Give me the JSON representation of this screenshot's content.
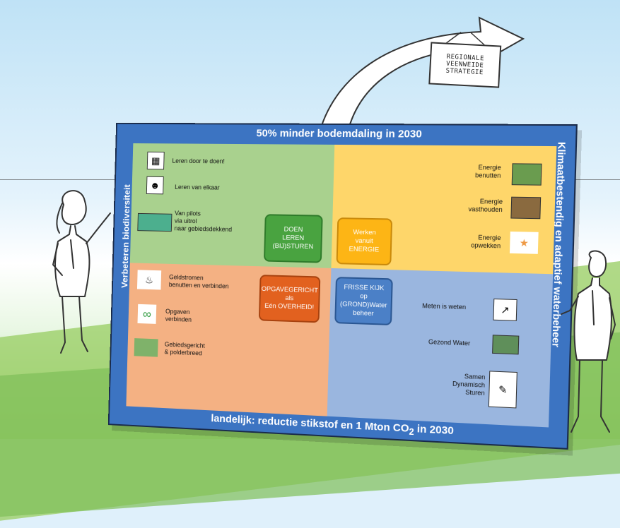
{
  "sign": {
    "lines": [
      "REGIONALE",
      "VEENWEIDE",
      "STRATEGIE"
    ]
  },
  "frame": {
    "top": "50% minder bodemdaling in 2030",
    "bottom_pre": "landelijk:  reductie stikstof en 1 Mton CO",
    "bottom_sub": "2",
    "bottom_post": " in 2030",
    "left": "Verbeteren biodiversiteit",
    "right": "Klimaatbestendig en adaptief waterbeheer"
  },
  "quadrants": {
    "top_left": {
      "items": [
        {
          "label": "Leren door te doen!",
          "icon": "presenter-icon"
        },
        {
          "label": "Leren van elkaar",
          "icon": "people-talking-icon"
        },
        {
          "label_lines": [
            "Van pilots",
            "via uitrol",
            "naar gebiedsdekkend"
          ],
          "icon": "map-icon"
        }
      ],
      "center": [
        "DOEN",
        "LEREN",
        "(BIJ)STUREN"
      ]
    },
    "top_right": {
      "items": [
        {
          "label_lines": [
            "Energie",
            "benutten"
          ],
          "icon": "field-photo-icon"
        },
        {
          "label_lines": [
            "Energie",
            "vasthouden"
          ],
          "icon": "hands-soil-icon"
        },
        {
          "label_lines": [
            "Energie",
            "opwekken"
          ],
          "icon": "energy-symbol-icon"
        }
      ],
      "center": [
        "Werken",
        "vanuit",
        "ENERGIE"
      ]
    },
    "bottom_left": {
      "items": [
        {
          "label_lines": [
            "Geldstromen",
            "benutten en verbinden"
          ],
          "icon": "money-tap-icon"
        },
        {
          "label_lines": [
            "Opgaven",
            "verbinden"
          ],
          "icon": "chain-link-icon"
        },
        {
          "label_lines": [
            "Gebiedsgericht",
            "& polderbreed"
          ],
          "icon": "landscape-icon"
        }
      ],
      "center": [
        "OPGAVEGERICHT",
        "als",
        "Eén OVERHEID!"
      ]
    },
    "bottom_right": {
      "items": [
        {
          "label": "Meten is weten",
          "icon": "chart-board-icon"
        },
        {
          "label": "Gezond Water",
          "icon": "water-photo-icon"
        },
        {
          "label_lines": [
            "Samen",
            "Dynamisch",
            "Sturen"
          ],
          "icon": "people-sketch-icon"
        }
      ],
      "center": [
        "FRISSE KIJK",
        "op",
        "(GROND)Water",
        "beheer"
      ]
    }
  },
  "colors": {
    "frame": "#3c74c2",
    "green": "#a9d18e",
    "yellow": "#fed66a",
    "orange": "#f4b183",
    "blue": "#9ab6df"
  }
}
